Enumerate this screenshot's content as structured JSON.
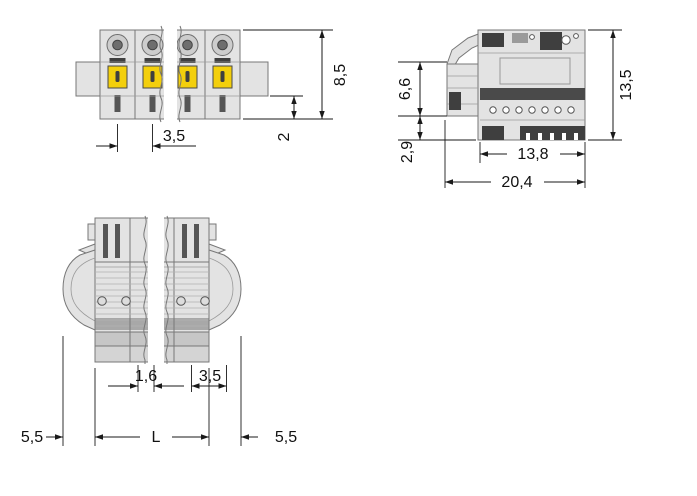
{
  "drawing": {
    "colors": {
      "line": "#1a1a1a",
      "body_fill": "#e3e3e3",
      "body_stroke": "#777777",
      "detail_dark": "#3f3f3f",
      "lever_yellow": "#f3cf0c"
    },
    "views": {
      "front": {
        "dims": {
          "height": "8,5",
          "pitch": "3,5",
          "rail_offset": "2"
        }
      },
      "side": {
        "dims": {
          "total_height": "13,5",
          "upper_height": "6,6",
          "lower_height": "2,9",
          "housing_depth": "13,8",
          "total_depth": "20,4"
        }
      },
      "bottom": {
        "dims": {
          "slot_offset": "1,6",
          "pitch": "3,5",
          "left_margin": "5,5",
          "length": "L",
          "right_margin": "5,5"
        }
      }
    }
  }
}
